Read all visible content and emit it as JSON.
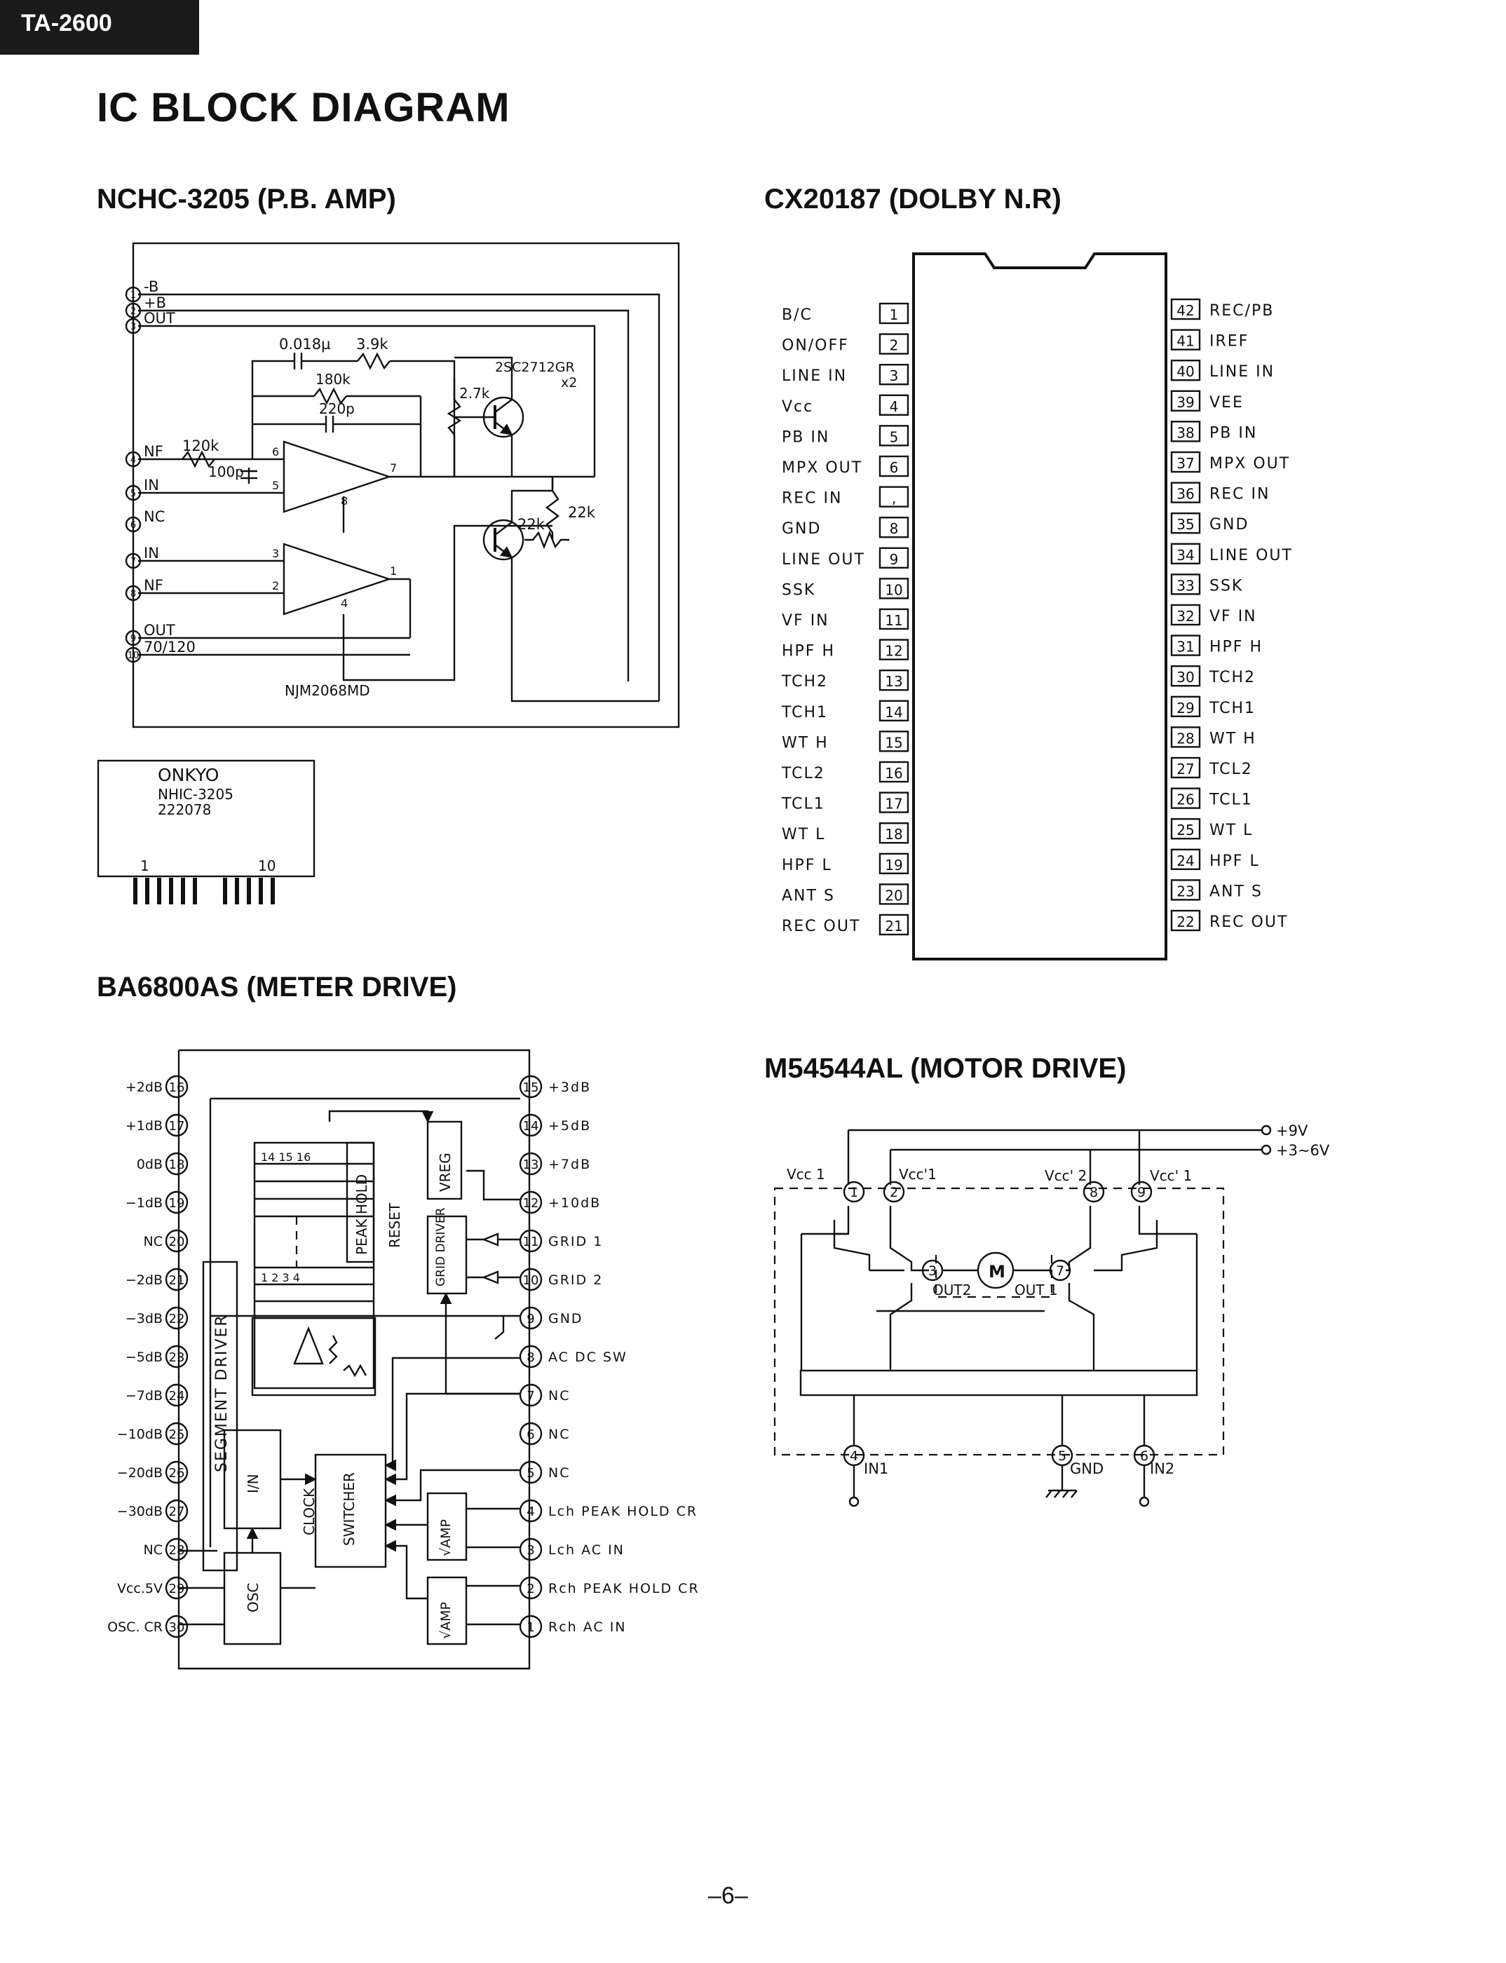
{
  "header": {
    "tag": "TA-2600",
    "title": "IC BLOCK DIAGRAM",
    "page_number": "–6–"
  },
  "nchc": {
    "heading": "NCHC-3205 (P.B. AMP)",
    "pins": [
      {
        "num": "1",
        "label": "-B"
      },
      {
        "num": "2",
        "label": "+B"
      },
      {
        "num": "3",
        "label": "OUT"
      },
      {
        "num": "4",
        "label": "NF"
      },
      {
        "num": "5",
        "label": "IN"
      },
      {
        "num": "6",
        "label": "NC"
      },
      {
        "num": "7",
        "label": "IN"
      },
      {
        "num": "8",
        "label": "NF"
      },
      {
        "num": "9",
        "label": "OUT"
      },
      {
        "num": "10",
        "label": "70/120"
      }
    ],
    "components": {
      "c1": "0.018µ",
      "r1": "3.9k",
      "r2": "180k",
      "c2": "220p",
      "r3": "120k",
      "c3": "100p",
      "r4": "2.7k",
      "r5": "22k",
      "r6": "22k",
      "transistor": "2SC2712GR",
      "transistor_count": "x2",
      "ic": "NJM2068MD"
    },
    "opamp_pins": {
      "a_in_minus": "6",
      "a_in_plus": "5",
      "a_out": "7",
      "a_pwr": "8",
      "b_in_plus": "3",
      "b_in_minus": "2",
      "b_out": "1",
      "b_pwr": "4"
    },
    "package": {
      "brand": "ONKYO",
      "part": "NHIC-3205",
      "code": "222078",
      "pin_first": "1",
      "pin_last": "10"
    }
  },
  "cx": {
    "heading": "CX20187 (DOLBY N.R)",
    "left": [
      {
        "num": "1",
        "label": "B/C"
      },
      {
        "num": "2",
        "label": "ON/OFF"
      },
      {
        "num": "3",
        "label": "LINE IN"
      },
      {
        "num": "4",
        "label": "Vcc"
      },
      {
        "num": "5",
        "label": "PB IN"
      },
      {
        "num": "6",
        "label": "MPX OUT"
      },
      {
        "num": ",",
        "label": "REC IN"
      },
      {
        "num": "8",
        "label": "GND"
      },
      {
        "num": "9",
        "label": "LINE OUT"
      },
      {
        "num": "10",
        "label": "SSK"
      },
      {
        "num": "11",
        "label": "VF IN"
      },
      {
        "num": "12",
        "label": "HPF H"
      },
      {
        "num": "13",
        "label": "TCH2"
      },
      {
        "num": "14",
        "label": "TCH1"
      },
      {
        "num": "15",
        "label": "WT H"
      },
      {
        "num": "16",
        "label": "TCL2"
      },
      {
        "num": "17",
        "label": "TCL1"
      },
      {
        "num": "18",
        "label": "WT L"
      },
      {
        "num": "19",
        "label": "HPF L"
      },
      {
        "num": "20",
        "label": "ANT S"
      },
      {
        "num": "21",
        "label": "REC OUT"
      }
    ],
    "right": [
      {
        "num": "42",
        "label": "REC/PB"
      },
      {
        "num": "41",
        "label": "IREF"
      },
      {
        "num": "40",
        "label": "LINE IN"
      },
      {
        "num": "39",
        "label": "VEE"
      },
      {
        "num": "38",
        "label": "PB IN"
      },
      {
        "num": "37",
        "label": "MPX OUT"
      },
      {
        "num": "36",
        "label": "REC IN"
      },
      {
        "num": "35",
        "label": "GND"
      },
      {
        "num": "34",
        "label": "LINE OUT"
      },
      {
        "num": "33",
        "label": "SSK"
      },
      {
        "num": "32",
        "label": "VF IN"
      },
      {
        "num": "31",
        "label": "HPF H"
      },
      {
        "num": "30",
        "label": "TCH2"
      },
      {
        "num": "29",
        "label": "TCH1"
      },
      {
        "num": "28",
        "label": "WT H"
      },
      {
        "num": "27",
        "label": "TCL2"
      },
      {
        "num": "26",
        "label": "TCL1"
      },
      {
        "num": "25",
        "label": "WT L"
      },
      {
        "num": "24",
        "label": "HPF L"
      },
      {
        "num": "23",
        "label": "ANT S"
      },
      {
        "num": "22",
        "label": "REC OUT"
      }
    ]
  },
  "ba": {
    "heading": "BA6800AS (METER DRIVE)",
    "left": [
      {
        "num": "16",
        "label": "+2dB"
      },
      {
        "num": "17",
        "label": "+1dB"
      },
      {
        "num": "18",
        "label": "0dB"
      },
      {
        "num": "19",
        "label": "−1dB"
      },
      {
        "num": "20",
        "label": "NC"
      },
      {
        "num": "21",
        "label": "−2dB"
      },
      {
        "num": "22",
        "label": "−3dB"
      },
      {
        "num": "23",
        "label": "−5dB"
      },
      {
        "num": "24",
        "label": "−7dB"
      },
      {
        "num": "25",
        "label": "−10dB"
      },
      {
        "num": "26",
        "label": "−20dB"
      },
      {
        "num": "27",
        "label": "−30dB"
      },
      {
        "num": "28",
        "label": "NC"
      },
      {
        "num": "29",
        "label": "Vcc.5V"
      },
      {
        "num": "30",
        "label": "OSC. CR"
      }
    ],
    "right": [
      {
        "num": "15",
        "label": "+3dB"
      },
      {
        "num": "14",
        "label": "+5dB"
      },
      {
        "num": "13",
        "label": "+7dB"
      },
      {
        "num": "12",
        "label": "+10dB"
      },
      {
        "num": "11",
        "label": "GRID 1"
      },
      {
        "num": "10",
        "label": "GRID 2"
      },
      {
        "num": "9",
        "label": "GND"
      },
      {
        "num": "8",
        "label": "AC DC SW"
      },
      {
        "num": "7",
        "label": "NC"
      },
      {
        "num": "6",
        "label": "NC"
      },
      {
        "num": "5",
        "label": "NC"
      },
      {
        "num": "4",
        "label": "Lch PEAK HOLD CR"
      },
      {
        "num": "3",
        "label": "Lch AC IN"
      },
      {
        "num": "2",
        "label": "Rch PEAK HOLD CR"
      },
      {
        "num": "1",
        "label": "Rch AC IN"
      }
    ],
    "blocks": {
      "segment_driver": "SEGMENT DRIVER",
      "peak_hold": "PEAK HOLD",
      "reset": "RESET",
      "vreg": "VREG",
      "grid_driver": "GRID DRIVER",
      "in": "I/N",
      "osc": "OSC",
      "clock": "CLOCK",
      "switcher": "SWITCHER",
      "amp1": "√AMP",
      "amp2": "√AMP",
      "col_top": "14 15 16",
      "col_bot": "1 2 3 4"
    }
  },
  "m5": {
    "heading": "M54544AL (MOTOR DRIVE)",
    "supplies": {
      "s1": "+9V",
      "s2": "+3∼6V"
    },
    "labels": {
      "vcc1": "Vcc 1",
      "vcc1p": "Vcc'1",
      "vcc2": "Vcc' 2",
      "vcc1pp": "Vcc' 1",
      "out2": "OUT2",
      "out1": "OUT 1",
      "motor": "M",
      "in1": "IN1",
      "gnd": "GND",
      "in2": "IN2"
    },
    "pins": {
      "p1": "1",
      "p2": "2",
      "p3": "3",
      "p4": "4",
      "p5": "5",
      "p6": "6",
      "p7": "7",
      "p8": "8",
      "p9": "9"
    }
  }
}
